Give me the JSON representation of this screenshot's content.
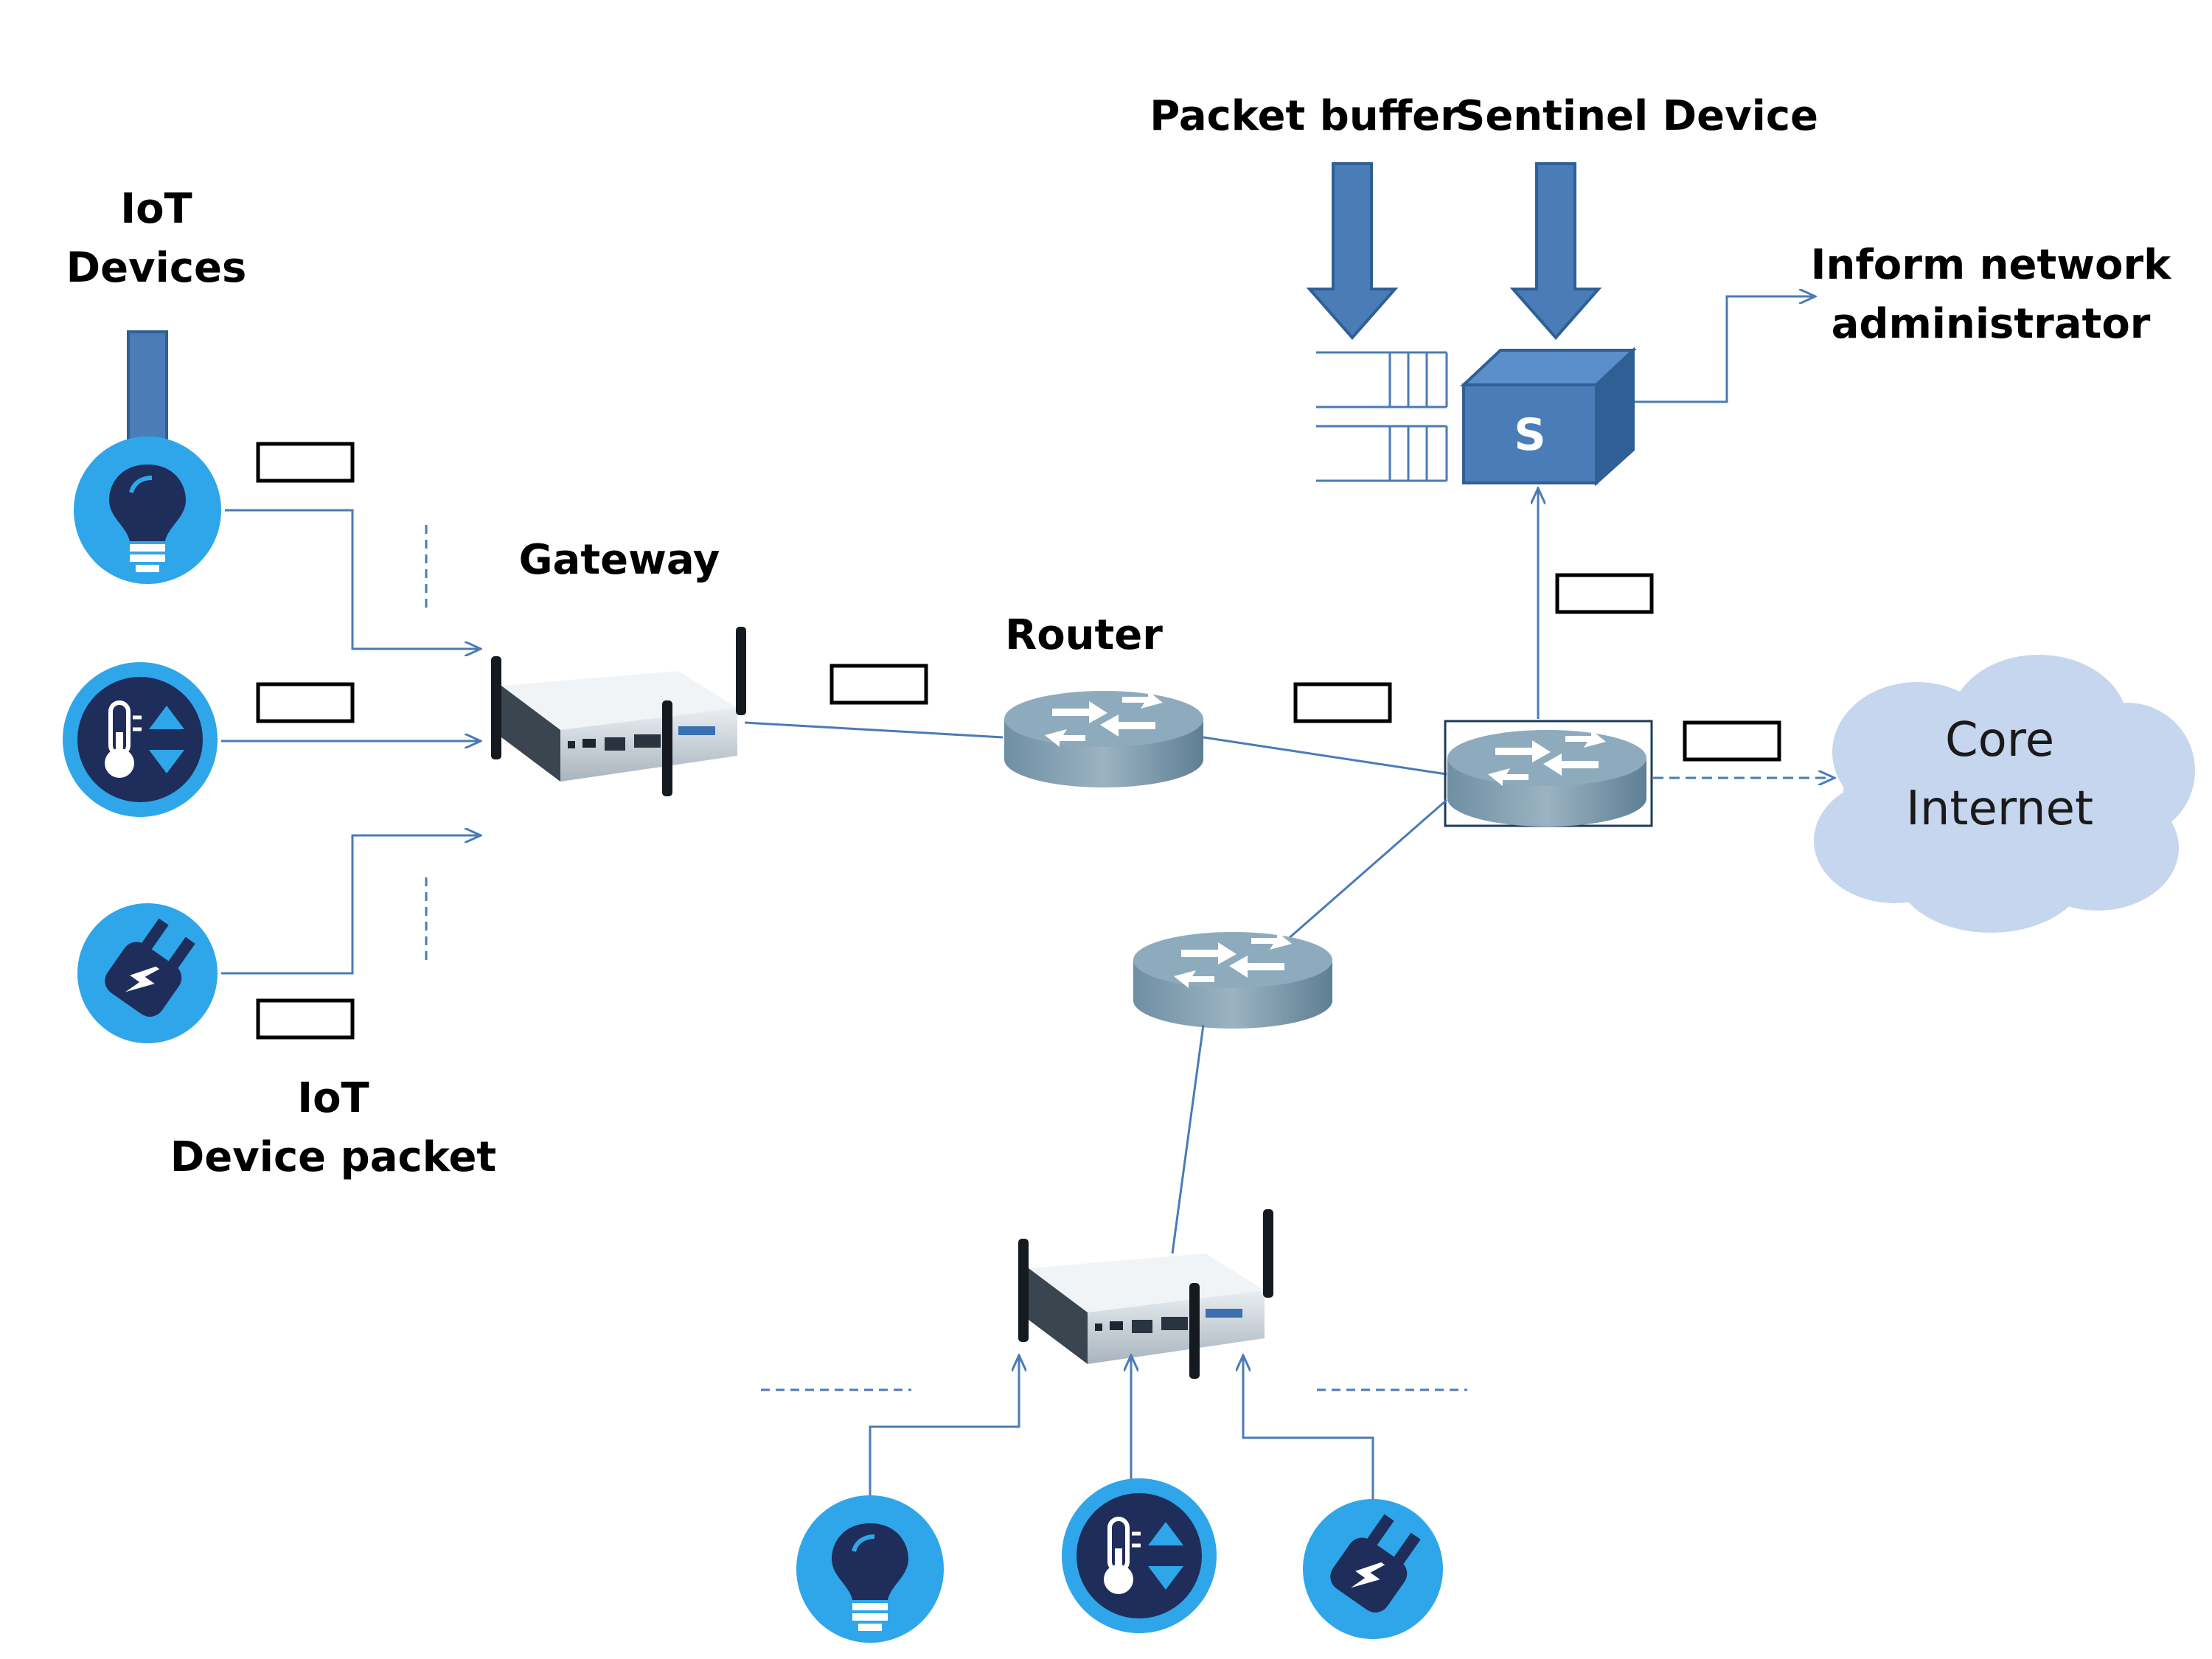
{
  "labels": {
    "iot_devices_line1": "IoT",
    "iot_devices_line2": "Devices",
    "gateway": "Gateway",
    "router": "Router",
    "packet_buffer": "Packet buffer",
    "sentinel_device": "Sentinel Device",
    "inform_line1": "Inform network",
    "inform_line2": "administrator",
    "core_line1": "Core",
    "core_line2": "Internet",
    "iot_packet_line1": "IoT",
    "iot_packet_line2": "Device packet",
    "sentinel_letter": "S"
  },
  "icons": {
    "bulb": "lightbulb-icon",
    "thermo": "thermometer-icon",
    "plug": "power-plug-icon",
    "gateway": "wireless-gateway-icon",
    "router": "router-icon",
    "sentinel": "sentinel-device-icon",
    "cloud": "cloud-icon"
  },
  "colors": {
    "line": "#4a7bb7",
    "arrow_fill": "#4a7db8",
    "arrow_stroke": "#2f5f95",
    "icon_circle": "#2fa6ea",
    "icon_dark": "#1f2d5a",
    "router_top": "#8ba7b8",
    "router_side": "#6d8ea2",
    "cloud": "#c5d6ee",
    "sentinel_front": "#4a7db8",
    "sentinel_top": "#5b8fcc",
    "sentinel_side": "#2f5f95"
  }
}
